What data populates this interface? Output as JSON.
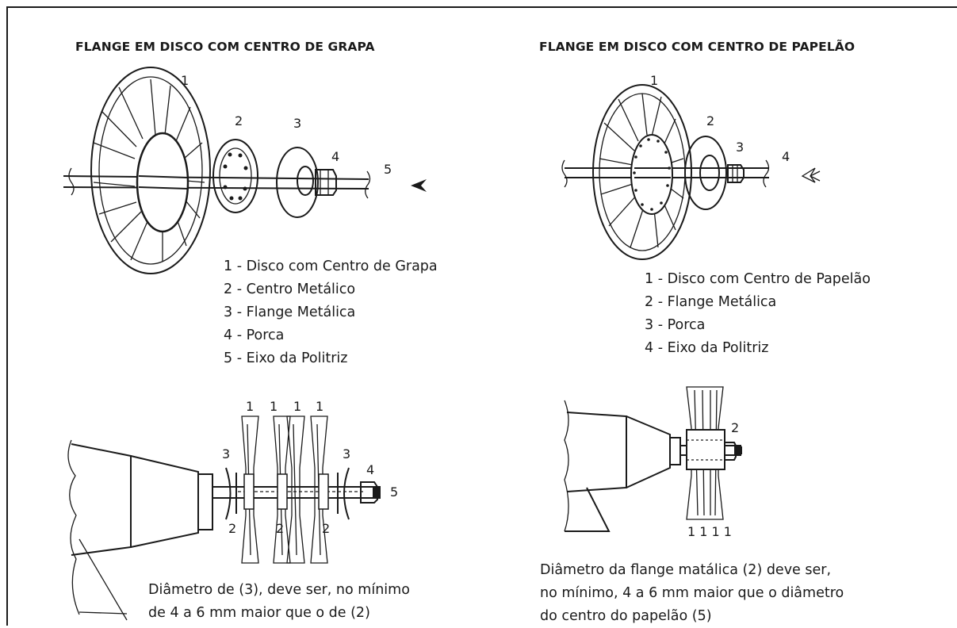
{
  "left_panel": {
    "title": "FLANGE EM DISCO COM CENTRO DE GRAPA",
    "callouts": [
      "1",
      "2",
      "3",
      "4",
      "5"
    ],
    "legend": [
      "1 - Disco com Centro de Grapa",
      "2 - Centro Metálico",
      "3 - Flange Metálica",
      "4 - Porca",
      "5 - Eixo da Politriz"
    ],
    "assembly_labels": {
      "top": [
        "1",
        "1",
        "1",
        "1"
      ],
      "left_flange": "3",
      "right_flange": "3",
      "nut": "4",
      "shaft": "5",
      "bottom": [
        "2",
        "2",
        "2"
      ]
    },
    "note": [
      "Diâmetro de (3), deve ser, no mínimo",
      "de 4 a 6 mm maior que o de (2)"
    ]
  },
  "right_panel": {
    "title": "FLANGE EM DISCO COM CENTRO DE PAPELÃO",
    "callouts": [
      "1",
      "2",
      "3",
      "4"
    ],
    "legend": [
      "1 - Disco com Centro de Papelão",
      "2 - Flange Metálica",
      "3 - Porca",
      "4 - Eixo da Politriz"
    ],
    "assembly_labels": {
      "flange": "2",
      "bottom": "1 1 1 1"
    },
    "note": [
      "Diâmetro da flange matálica (2) deve ser,",
      "no mínimo, 4 a 6 mm maior que o diâmetro",
      "do centro do papelão (5)"
    ]
  }
}
